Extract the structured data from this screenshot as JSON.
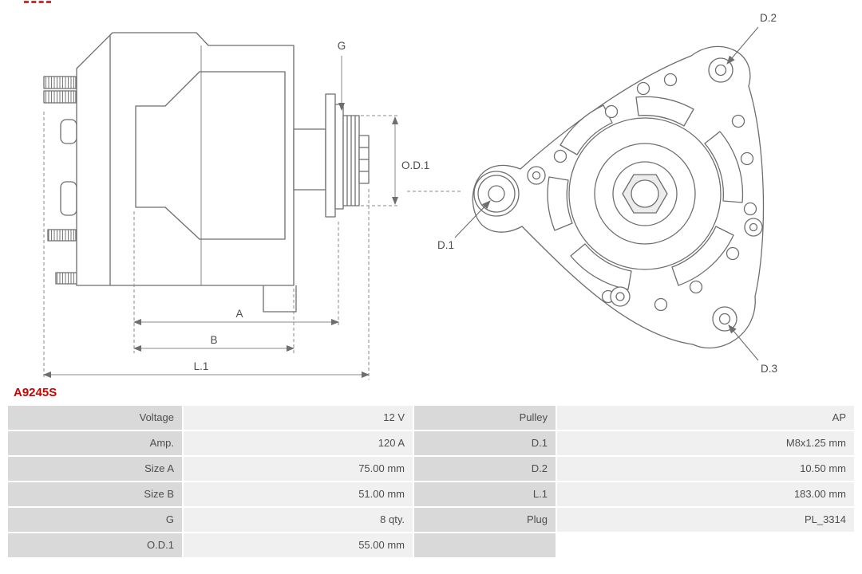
{
  "part_number": "A9245S",
  "colors": {
    "accent": "#cc0000",
    "line": "#6e6e6e",
    "label_bg": "#d9d9d9",
    "value_bg": "#f0f0f0",
    "text": "#4d4d4d"
  },
  "diagram": {
    "side_view_labels": {
      "g": "G",
      "od1": "O.D.1",
      "a": "A",
      "b": "B",
      "l1": "L.1"
    },
    "rear_view_labels": {
      "d1": "D.1",
      "d2": "D.2",
      "d3": "D.3"
    }
  },
  "spec_table": {
    "rows": [
      {
        "left_label": "Voltage",
        "left_value": "12 V",
        "right_label": "Pulley",
        "right_value": "AP"
      },
      {
        "left_label": "Amp.",
        "left_value": "120 A",
        "right_label": "D.1",
        "right_value": "M8x1.25 mm"
      },
      {
        "left_label": "Size A",
        "left_value": "75.00 mm",
        "right_label": "D.2",
        "right_value": "10.50 mm"
      },
      {
        "left_label": "Size B",
        "left_value": "51.00 mm",
        "right_label": "L.1",
        "right_value": "183.00 mm"
      },
      {
        "left_label": "G",
        "left_value": "8 qty.",
        "right_label": "Plug",
        "right_value": "PL_3314"
      },
      {
        "left_label": "O.D.1",
        "left_value": "55.00 mm",
        "right_label": "",
        "right_value": ""
      }
    ]
  }
}
